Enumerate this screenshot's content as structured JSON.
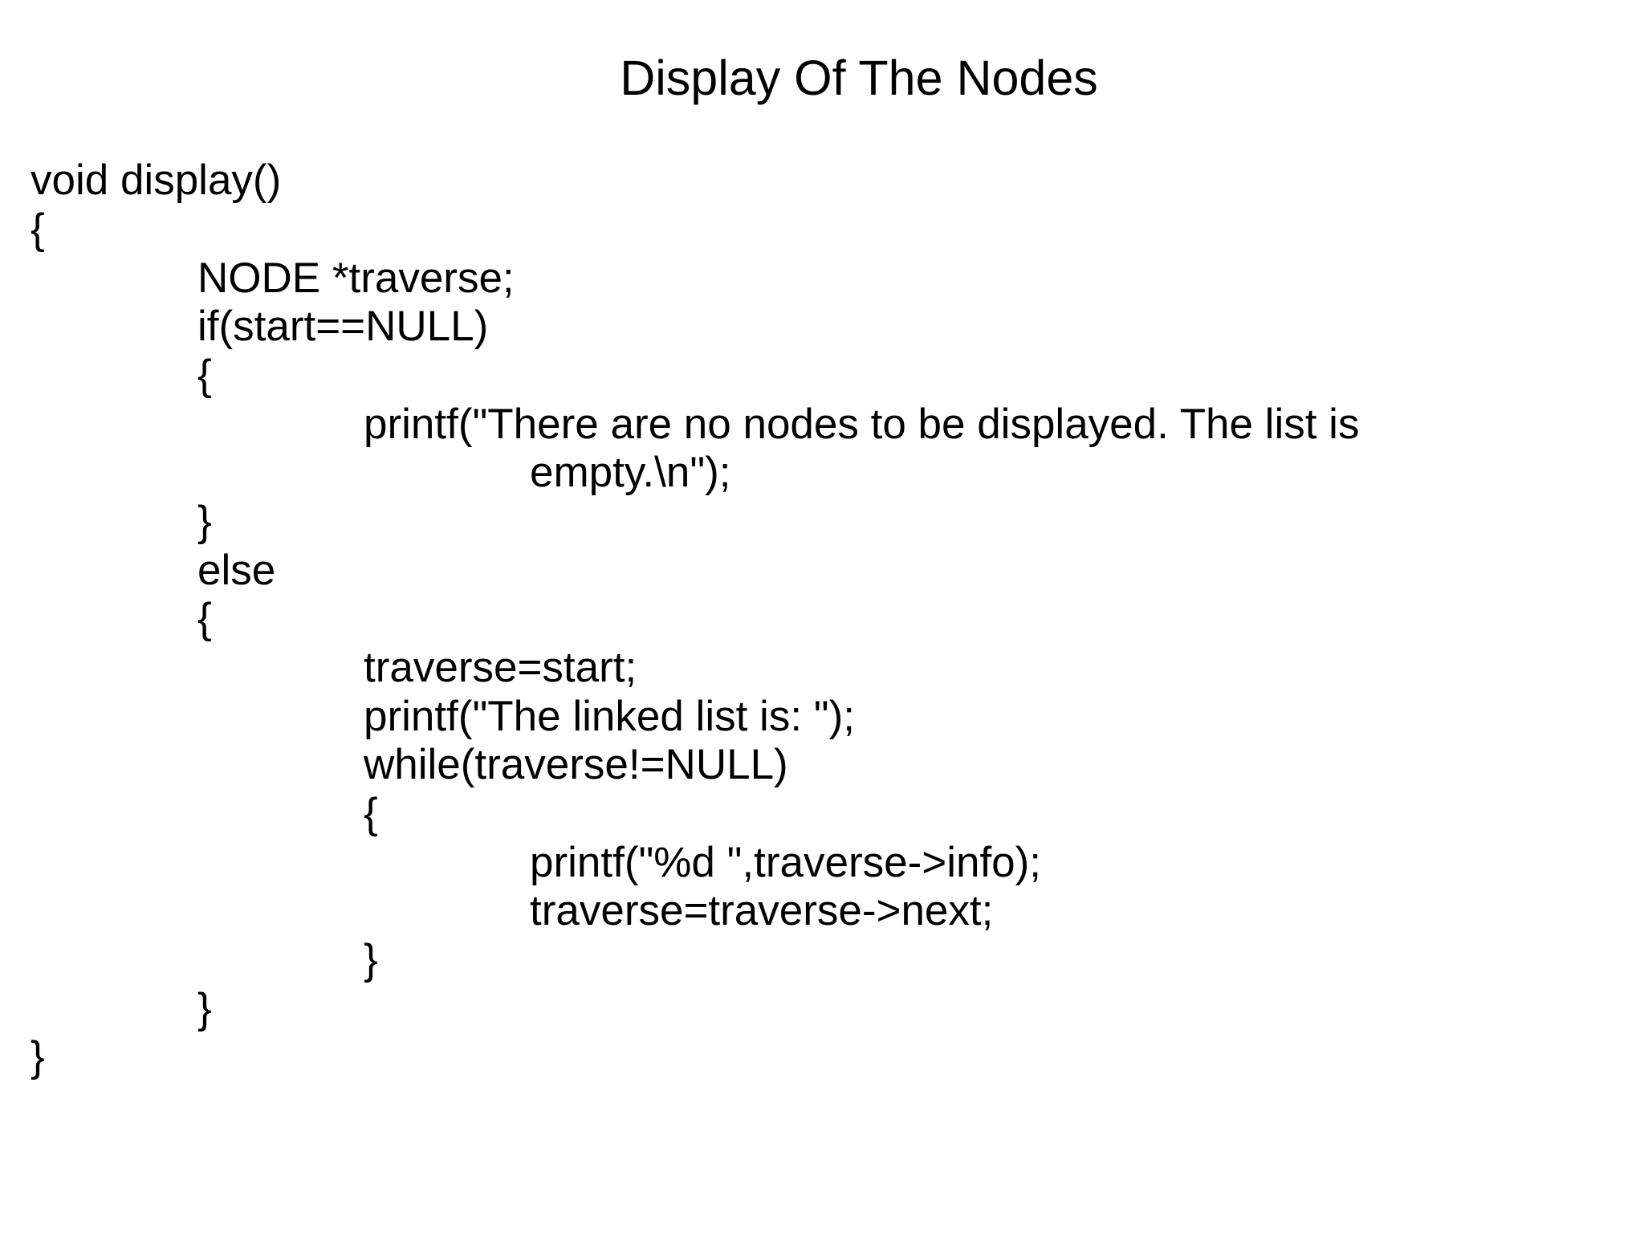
{
  "slide": {
    "title": "Display Of The Nodes",
    "code_lines": [
      "void display()",
      "{",
      "NODE *traverse;",
      "if(start==NULL)",
      "{",
      "printf(\"There are no nodes to be displayed. The list is",
      "empty.\\n\");",
      "}",
      "else",
      "{",
      "traverse=start;",
      "printf(\"The linked list is: \");",
      "while(traverse!=NULL)",
      "{",
      "printf(\"%d \",traverse->info);",
      "traverse=traverse->next;",
      "}",
      "}",
      "}"
    ]
  }
}
